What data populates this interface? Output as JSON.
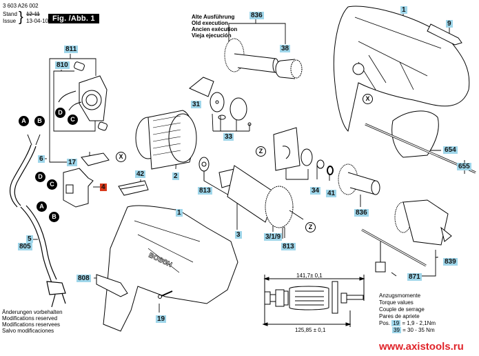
{
  "header": {
    "part_number": "3 603 A26 002",
    "stand_label": "Stand",
    "issue_label": "Issue",
    "stand_value": "12-11",
    "issue_value": "13-04-10",
    "figure_label": "Fig. /Abb. 1"
  },
  "old_execution_note": [
    "Alte Ausführung",
    "Old execution",
    "Ancien exécution",
    "Vieja ejecución"
  ],
  "modifications_note": [
    "Änderungen vorbehalten",
    "Modifications reserved",
    "Modifications reservees",
    "Salvo modificaciones"
  ],
  "torque": {
    "title_lines": [
      "Anzugsmomente",
      "Torque values",
      "Couple de serrage",
      "Pares de apriete"
    ],
    "pos_label": "Pos.",
    "rows": [
      {
        "pos": "19",
        "value": "=  1,9  -  2,1Nm"
      },
      {
        "pos": "39",
        "value": "=   30  -  35 Nm"
      }
    ]
  },
  "dimensions": {
    "overall": "141,7± 0,1",
    "inner": "125,85 ± 0,1"
  },
  "watermark": "www.axistools.ru",
  "part_labels": {
    "p836_top": "836",
    "p38": "38",
    "p1_top": "1",
    "p9": "9",
    "p811": "811",
    "p810": "810",
    "p31": "31",
    "p33": "33",
    "p6": "6",
    "p17": "17",
    "p42": "42",
    "p2": "2",
    "p4": "4",
    "p654": "654",
    "p655": "655",
    "p34": "34",
    "p41": "41",
    "p813_left": "813",
    "p813_right": "813",
    "p836_mid": "836",
    "p3": "3",
    "p319": "3/1/9",
    "p5": "5",
    "p805": "805",
    "p1_mid": "1",
    "p808": "808",
    "p19": "19",
    "p839": "839",
    "p871": "871"
  },
  "connector_markers": {
    "A": "A",
    "B": "B",
    "C": "C",
    "D": "D",
    "X": "X",
    "Z": "Z"
  },
  "colors": {
    "label_bg": "#9fd6ea",
    "highlight_label_bg": "#d8391b",
    "watermark": "#e0242a"
  }
}
